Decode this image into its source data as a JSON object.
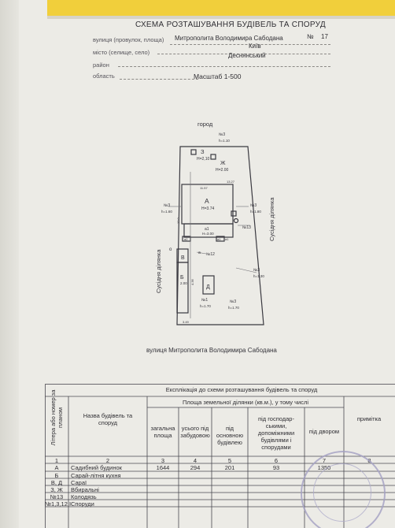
{
  "header": {
    "title": "СХЕМА РОЗТАШУВАННЯ БУДІВЕЛЬ ТА СПОРУД",
    "street_label": "вулиця (провулок, площа)",
    "street_value": "Митрополита Володимира Сабодана",
    "number_label": "№",
    "number_value": "17",
    "city_label": "місто (селище, село)",
    "city_value": "Київ",
    "district_label": "район",
    "district_value": "Деснянський",
    "region_label": "область",
    "scale": "Масштаб 1-500"
  },
  "plan": {
    "top_label": "город",
    "left_label": "Сусідня ділянка",
    "right_label": "Сусідня ділянка",
    "street_caption": "вулиця  Митрополита Володимира Сабодана",
    "dims": {
      "top_width": "13.27",
      "a_width": "11.57",
      "left_side": "12.0",
      "b_side": "4.36",
      "bottom_width": "3.49"
    },
    "elevations": {
      "n3_top": "№3",
      "h_top": "h=1.10",
      "n3_left": "№3",
      "h_left": "h=1.60",
      "n3_right": "№3",
      "h_right": "h=1.80",
      "n13": "№13",
      "n12": "№12",
      "n3_right2": "№3",
      "h_right2": "h=1.30",
      "n1_bottom": "№1",
      "h1_bottom": "h=1.70",
      "n3_bottom": "№3",
      "h3_bottom": "h=1.70"
    },
    "buildings": {
      "z_letter": "З",
      "z_h": "Н=2,10",
      "zh_letter": "Ж",
      "zh_h": "Н=2.00",
      "a_letter": "А",
      "a_h": "Н=3.74",
      "a1_letter": "а1",
      "a1_h": "Н=3.00",
      "a_small": "а",
      "a2": "а2",
      "a1s": "а1",
      "a1s_b": "а1",
      "v_letter": "В",
      "b_letter": "Б",
      "b_h": "2.00",
      "d_letter": "Д",
      "circle_label": "о"
    }
  },
  "table": {
    "title": "Експлікація до схеми розташування будівель та споруд",
    "col_litera": "Літера або номер за планом",
    "col_name": "Назва будівель та споруд",
    "col_area_group": "Площа земельної ділянки (кв.м.), у тому числі",
    "col_total": "загальна площа",
    "col_built": "усього під забудовою",
    "col_main": "під основною будівлею",
    "col_household": "під господар-ськими, допоміжними будівлями і спорудами",
    "col_yard": "під двором",
    "col_note": "примітка",
    "col_numbers": [
      "1",
      "2",
      "3",
      "4",
      "5",
      "6",
      "7",
      "8"
    ],
    "rows": [
      {
        "litera": "А",
        "name": "Садибний будинок",
        "total": "1644",
        "built": "294",
        "main": "201",
        "household": "93",
        "yard": "1350",
        "note": ""
      },
      {
        "litera": "Б",
        "name": "Сарай-літня кухня",
        "total": "",
        "built": "",
        "main": "",
        "household": "",
        "yard": "",
        "note": ""
      },
      {
        "litera": "В, Д",
        "name": "Сараї",
        "total": "",
        "built": "",
        "main": "",
        "household": "",
        "yard": "",
        "note": ""
      },
      {
        "litera": "З, Ж",
        "name": "Вбиральні",
        "total": "",
        "built": "",
        "main": "",
        "household": "",
        "yard": "",
        "note": ""
      },
      {
        "litera": "№13",
        "name": "Колодязь",
        "total": "",
        "built": "",
        "main": "",
        "household": "",
        "yard": "",
        "note": ""
      },
      {
        "litera": "№1,3,12,І",
        "name": "Споруди",
        "total": "",
        "built": "",
        "main": "",
        "household": "",
        "yard": "",
        "note": ""
      }
    ]
  },
  "colors": {
    "tab": "#f1cf3b",
    "paper": "#ecebe6",
    "ink": "#2f2e33",
    "stamp": "#a4a1c4"
  }
}
